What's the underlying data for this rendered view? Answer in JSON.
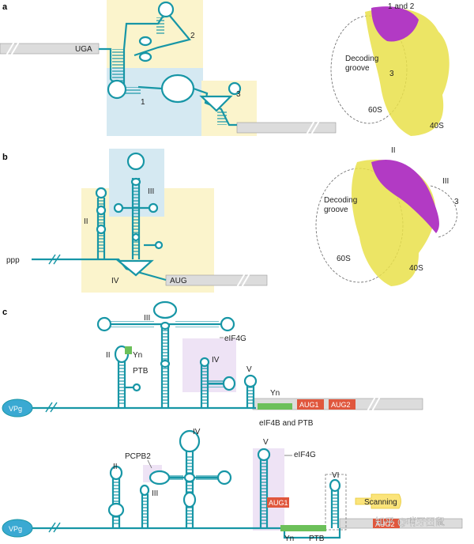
{
  "panels": {
    "a": {
      "label": "a",
      "stop_codon": "UGA",
      "domains": [
        "1",
        "2",
        "3"
      ],
      "ribosome": {
        "domain_label": "1 and 2",
        "groove": "Decoding groove",
        "domain3": "3",
        "large": "60S",
        "small": "40S"
      }
    },
    "b": {
      "label": "b",
      "cap": "ppp",
      "start_codon": "AUG",
      "domains": [
        "II",
        "III",
        "IV"
      ],
      "ribosome": {
        "domain2": "II",
        "domain3": "III",
        "groove": "Decoding groove",
        "domain_num": "3",
        "large": "60S",
        "small": "40S"
      }
    },
    "c": {
      "label": "c",
      "top": {
        "vpg": "VPg",
        "domains": [
          "II",
          "III",
          "IV",
          "V"
        ],
        "yn": "Yn",
        "ptb": "PTB",
        "eif4g": "eIF4G",
        "yn2": "Yn",
        "eif4b": "eIF4B and PTB",
        "aug1": "AUG1",
        "aug2": "AUG2"
      },
      "bottom": {
        "vpg": "VPg",
        "domains": [
          "II",
          "III",
          "IV",
          "V",
          "VI"
        ],
        "pcpb2": "PCPB2",
        "eif4g": "eIF4G",
        "aug1": "AUG1",
        "aug2": "AUG2",
        "scanning": "Scanning",
        "yn": "Yn",
        "ptb": "PTB"
      }
    }
  },
  "watermark": "知乎 @哨牙田鼠",
  "colors": {
    "rna": "#1796a6",
    "yellow_box": "#fbf4cc",
    "blue_box": "#d5e9f2",
    "purple_box": "#eee3f5",
    "aug": "#e0573d",
    "green": "#6cc05a",
    "ribosome": "#e9e14a",
    "magenta": "#b23ac4"
  }
}
